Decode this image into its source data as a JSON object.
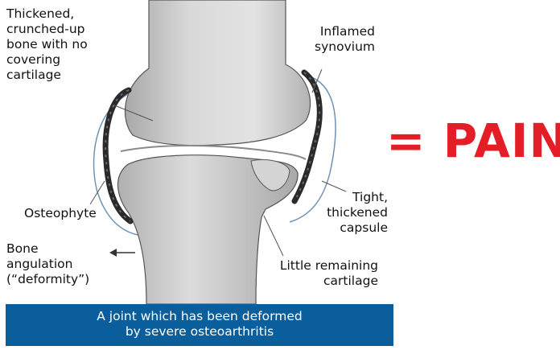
{
  "labels": {
    "bone_thickened": [
      "Thickened,",
      "crunched-up",
      "bone with no",
      "covering",
      "cartilage"
    ],
    "inflamed_synovium": [
      "Inflamed",
      "synovium"
    ],
    "osteophyte": "Osteophyte",
    "bone_angulation": [
      "Bone",
      "angulation",
      "(“deformity”)"
    ],
    "tight_capsule": [
      "Tight,",
      "thickened",
      "capsule"
    ],
    "little_cartilage": [
      "Little remaining",
      "cartilage"
    ]
  },
  "caption": [
    "A joint which has been deformed",
    "by severe osteoarthritis"
  ],
  "pain_text": "= PAIN",
  "colors": {
    "caption_bg": "#0b5e9c",
    "pain": "#e41e26",
    "bone": "#c9c9c9",
    "synovium": "#2a2a2a"
  }
}
